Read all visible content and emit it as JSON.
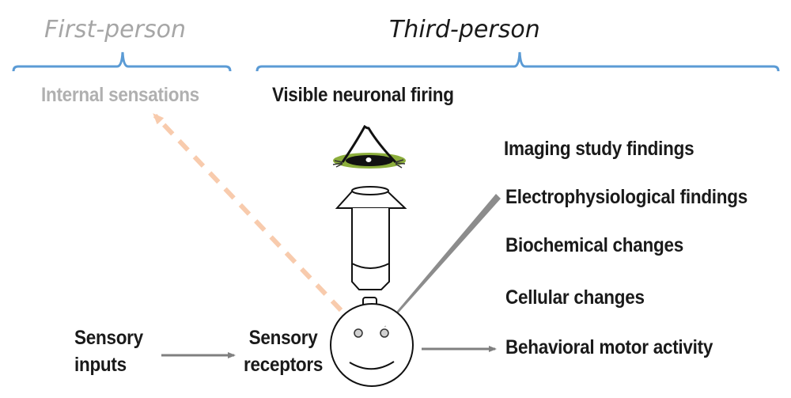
{
  "headers": {
    "first_person": "First-person",
    "third_person": "Third-person"
  },
  "first_person": {
    "internal_sensations": "Internal sensations"
  },
  "third_person": {
    "visible_neuronal_firing": "Visible neuronal firing",
    "findings": [
      "Imaging study findings",
      "Electrophysiological findings",
      "Biochemical changes",
      "Cellular changes",
      "Behavioral motor activity"
    ]
  },
  "flow": {
    "sensory_inputs_line1": "Sensory",
    "sensory_inputs_line2": "inputs",
    "sensory_receptors_line1": "Sensory",
    "sensory_receptors_line2": "receptors"
  },
  "icons": [
    "eye-icon",
    "microscope-icon",
    "face-icon",
    "electrode-icon"
  ],
  "colors": {
    "bracket": "#5b9bd5",
    "first_person_text": "#a6a6a6",
    "dashed_arrow": "#f8cbad",
    "solid_arrow": "#808080",
    "eye_green": "#8cae3c",
    "eye_pupil": "#111111",
    "face_eye_fill": "#d0d0d0"
  }
}
